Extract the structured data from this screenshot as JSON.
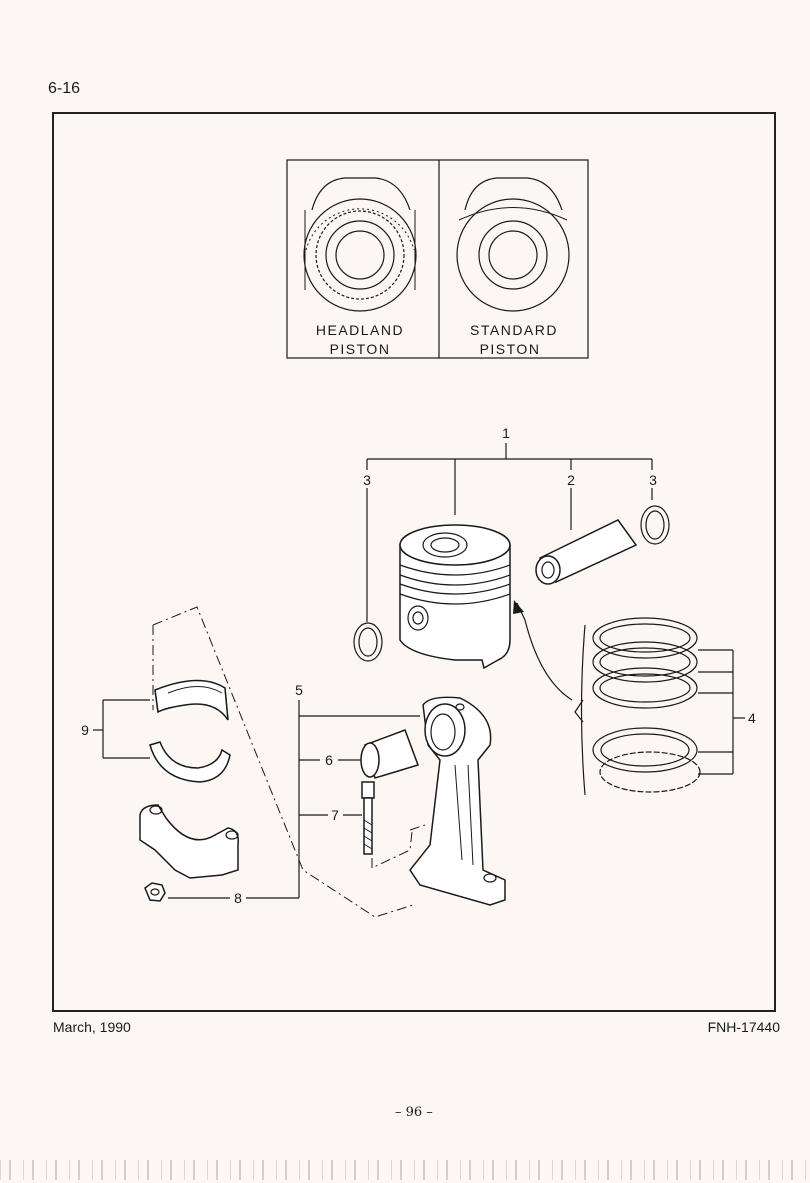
{
  "header": {
    "page_number": "6-16"
  },
  "inset": {
    "left_caption_line1": "HEADLAND",
    "left_caption_line2": "PISTON",
    "right_caption_line1": "STANDARD",
    "right_caption_line2": "PISTON"
  },
  "callouts": {
    "c1": "1",
    "c2": "2",
    "c3a": "3",
    "c3b": "3",
    "c4": "4",
    "c5": "5",
    "c6": "6",
    "c7": "7",
    "c8": "8",
    "c9": "9"
  },
  "footer": {
    "date": "March, 1990",
    "code": "FNH-17440",
    "folio": "– 96 –"
  }
}
